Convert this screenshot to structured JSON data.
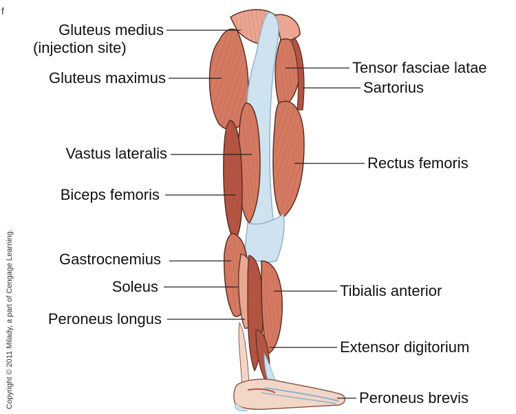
{
  "corner_fragment": "f",
  "copyright": "Copyright © 2011 Milady, a part of Cengage Learning.",
  "labels_left": {
    "gluteus_medius": "Gluteus medius",
    "gluteus_medius_note": "(injection site)",
    "gluteus_maximus": "Gluteus maximus",
    "vastus_lateralis": "Vastus lateralis",
    "biceps_femoris": "Biceps femoris",
    "gastrocnemius": "Gastrocnemius",
    "soleus": "Soleus",
    "peroneus_longus": "Peroneus longus"
  },
  "labels_right": {
    "tensor_fasciae_latae": "Tensor fasciae latae",
    "sartorius": "Sartorius",
    "rectus_femoris": "Rectus femoris",
    "tibialis_anterior": "Tibialis anterior",
    "extensor_digitorium": "Extensor digitorium",
    "peroneus_brevis": "Peroneus brevis"
  },
  "colors": {
    "muscle": "#d47a62",
    "muscle_dark": "#b45442",
    "muscle_light": "#eaa690",
    "tendon": "#cfe2ef",
    "tendon_edge": "#8fb3cc",
    "outline": "#5a2e22",
    "leader_line": "#222222"
  }
}
